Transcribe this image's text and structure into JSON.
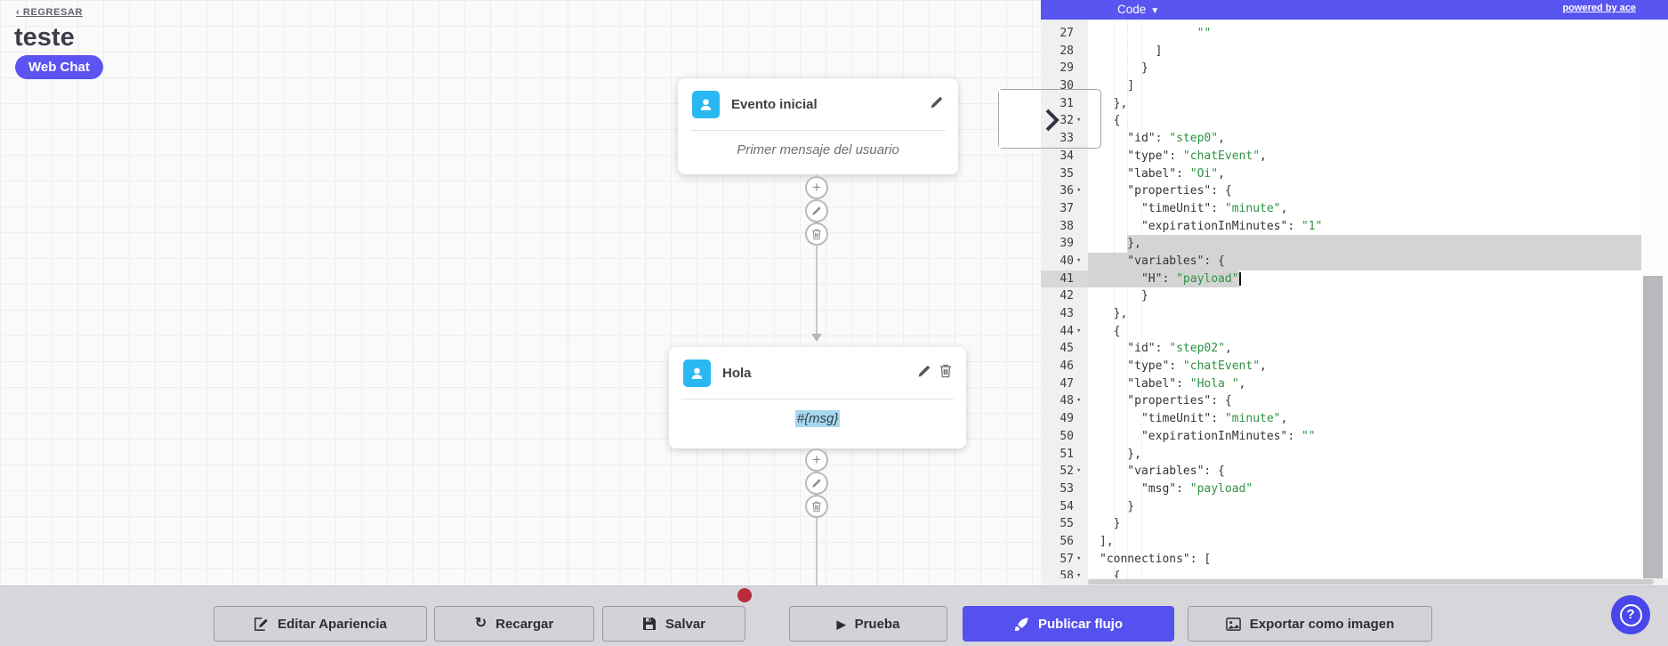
{
  "header": {
    "back_link": "‹ REGRESAR",
    "flow_title": "teste",
    "channel_badge": "Web Chat"
  },
  "nodes": [
    {
      "title": "Evento inicial",
      "body": "Primer mensaje del usuario"
    },
    {
      "title": "Hola",
      "body_variable": "#{msg}"
    }
  ],
  "code_panel": {
    "mode_selector": "Code",
    "powered_by": "powered by ace",
    "cursor": {
      "line": 41,
      "col": 20
    },
    "selection": {
      "from_line": 39,
      "to_line": 41
    },
    "lines": [
      {
        "n": 27,
        "fold": false,
        "tokens": [
          [
            "g",
            "              \"\""
          ]
        ]
      },
      {
        "n": 28,
        "fold": false,
        "tokens": [
          [
            "d",
            "        ]"
          ]
        ]
      },
      {
        "n": 29,
        "fold": false,
        "tokens": [
          [
            "d",
            "      }"
          ]
        ]
      },
      {
        "n": 30,
        "fold": false,
        "tokens": [
          [
            "d",
            "    ]"
          ]
        ]
      },
      {
        "n": 31,
        "fold": false,
        "tokens": [
          [
            "d",
            "  },"
          ]
        ]
      },
      {
        "n": 32,
        "fold": true,
        "tokens": [
          [
            "d",
            "  {"
          ]
        ]
      },
      {
        "n": 33,
        "fold": false,
        "tokens": [
          [
            "d",
            "    \"id\": "
          ],
          [
            "g",
            "\"step0\""
          ],
          [
            "d",
            ","
          ]
        ]
      },
      {
        "n": 34,
        "fold": false,
        "tokens": [
          [
            "d",
            "    \"type\": "
          ],
          [
            "g",
            "\"chatEvent\""
          ],
          [
            "d",
            ","
          ]
        ]
      },
      {
        "n": 35,
        "fold": false,
        "tokens": [
          [
            "d",
            "    \"label\": "
          ],
          [
            "g",
            "\"Oi\""
          ],
          [
            "d",
            ","
          ]
        ]
      },
      {
        "n": 36,
        "fold": true,
        "tokens": [
          [
            "d",
            "    \"properties\": {"
          ]
        ]
      },
      {
        "n": 37,
        "fold": false,
        "tokens": [
          [
            "d",
            "      \"timeUnit\": "
          ],
          [
            "g",
            "\"minute\""
          ],
          [
            "d",
            ","
          ]
        ]
      },
      {
        "n": 38,
        "fold": false,
        "tokens": [
          [
            "d",
            "      \"expirationInMinutes\": "
          ],
          [
            "g",
            "\"1\""
          ]
        ]
      },
      {
        "n": 39,
        "fold": false,
        "sel": [
          4,
          "edge"
        ],
        "tokens": [
          [
            "d",
            "    },"
          ]
        ]
      },
      {
        "n": 40,
        "fold": true,
        "sel": [
          "row",
          "edge"
        ],
        "tokens": [
          [
            "d",
            "    \"variables\": {"
          ]
        ]
      },
      {
        "n": 41,
        "fold": false,
        "sel": [
          "row",
          20
        ],
        "cursor": 20,
        "active": true,
        "tokens": [
          [
            "d",
            "      \"H\": "
          ],
          [
            "g",
            "\"payload\""
          ]
        ]
      },
      {
        "n": 42,
        "fold": false,
        "tokens": [
          [
            "d",
            "      }"
          ]
        ]
      },
      {
        "n": 43,
        "fold": false,
        "tokens": [
          [
            "d",
            "  },"
          ]
        ]
      },
      {
        "n": 44,
        "fold": true,
        "tokens": [
          [
            "d",
            "  {"
          ]
        ]
      },
      {
        "n": 45,
        "fold": false,
        "tokens": [
          [
            "d",
            "    \"id\": "
          ],
          [
            "g",
            "\"step02\""
          ],
          [
            "d",
            ","
          ]
        ]
      },
      {
        "n": 46,
        "fold": false,
        "tokens": [
          [
            "d",
            "    \"type\": "
          ],
          [
            "g",
            "\"chatEvent\""
          ],
          [
            "d",
            ","
          ]
        ]
      },
      {
        "n": 47,
        "fold": false,
        "tokens": [
          [
            "d",
            "    \"label\": "
          ],
          [
            "g",
            "\"Hola \""
          ],
          [
            "d",
            ","
          ]
        ]
      },
      {
        "n": 48,
        "fold": true,
        "tokens": [
          [
            "d",
            "    \"properties\": {"
          ]
        ]
      },
      {
        "n": 49,
        "fold": false,
        "tokens": [
          [
            "d",
            "      \"timeUnit\": "
          ],
          [
            "g",
            "\"minute\""
          ],
          [
            "d",
            ","
          ]
        ]
      },
      {
        "n": 50,
        "fold": false,
        "tokens": [
          [
            "d",
            "      \"expirationInMinutes\": "
          ],
          [
            "g",
            "\"\""
          ]
        ]
      },
      {
        "n": 51,
        "fold": false,
        "tokens": [
          [
            "d",
            "    },"
          ]
        ]
      },
      {
        "n": 52,
        "fold": true,
        "tokens": [
          [
            "d",
            "    \"variables\": {"
          ]
        ]
      },
      {
        "n": 53,
        "fold": false,
        "tokens": [
          [
            "d",
            "      \"msg\": "
          ],
          [
            "g",
            "\"payload\""
          ]
        ]
      },
      {
        "n": 54,
        "fold": false,
        "tokens": [
          [
            "d",
            "    }"
          ]
        ]
      },
      {
        "n": 55,
        "fold": false,
        "tokens": [
          [
            "d",
            "  }"
          ]
        ]
      },
      {
        "n": 56,
        "fold": false,
        "tokens": [
          [
            "d",
            "],"
          ]
        ]
      },
      {
        "n": 57,
        "fold": true,
        "tokens": [
          [
            "d",
            "\"connections\": ["
          ]
        ]
      },
      {
        "n": 58,
        "fold": true,
        "tokens": [
          [
            "d",
            "  {"
          ]
        ]
      }
    ]
  },
  "toolbar": {
    "buttons": [
      {
        "label": "Editar Apariencia",
        "icon": "edit-icon"
      },
      {
        "label": "Recargar",
        "icon": "refresh-icon"
      },
      {
        "label": "Salvar",
        "icon": "save-icon"
      },
      {
        "label": "Prueba",
        "icon": "play-icon"
      },
      {
        "label": "Publicar flujo",
        "icon": "rocket-icon"
      },
      {
        "label": "Exportar como imagen",
        "icon": "image-icon"
      }
    ],
    "unsaved_indicator": true,
    "help_label": "?"
  },
  "colors": {
    "accent_purple": "#5551ee",
    "header_purple": "#5955f0",
    "badge_purple": "#5b54f2",
    "node_icon_blue": "#29b8f2",
    "code_string_green": "#2e9141",
    "selection_gray": "#d4d4d4",
    "alert_red": "#b82d3c",
    "variable_highlight_blue": "#a7d7ee"
  }
}
